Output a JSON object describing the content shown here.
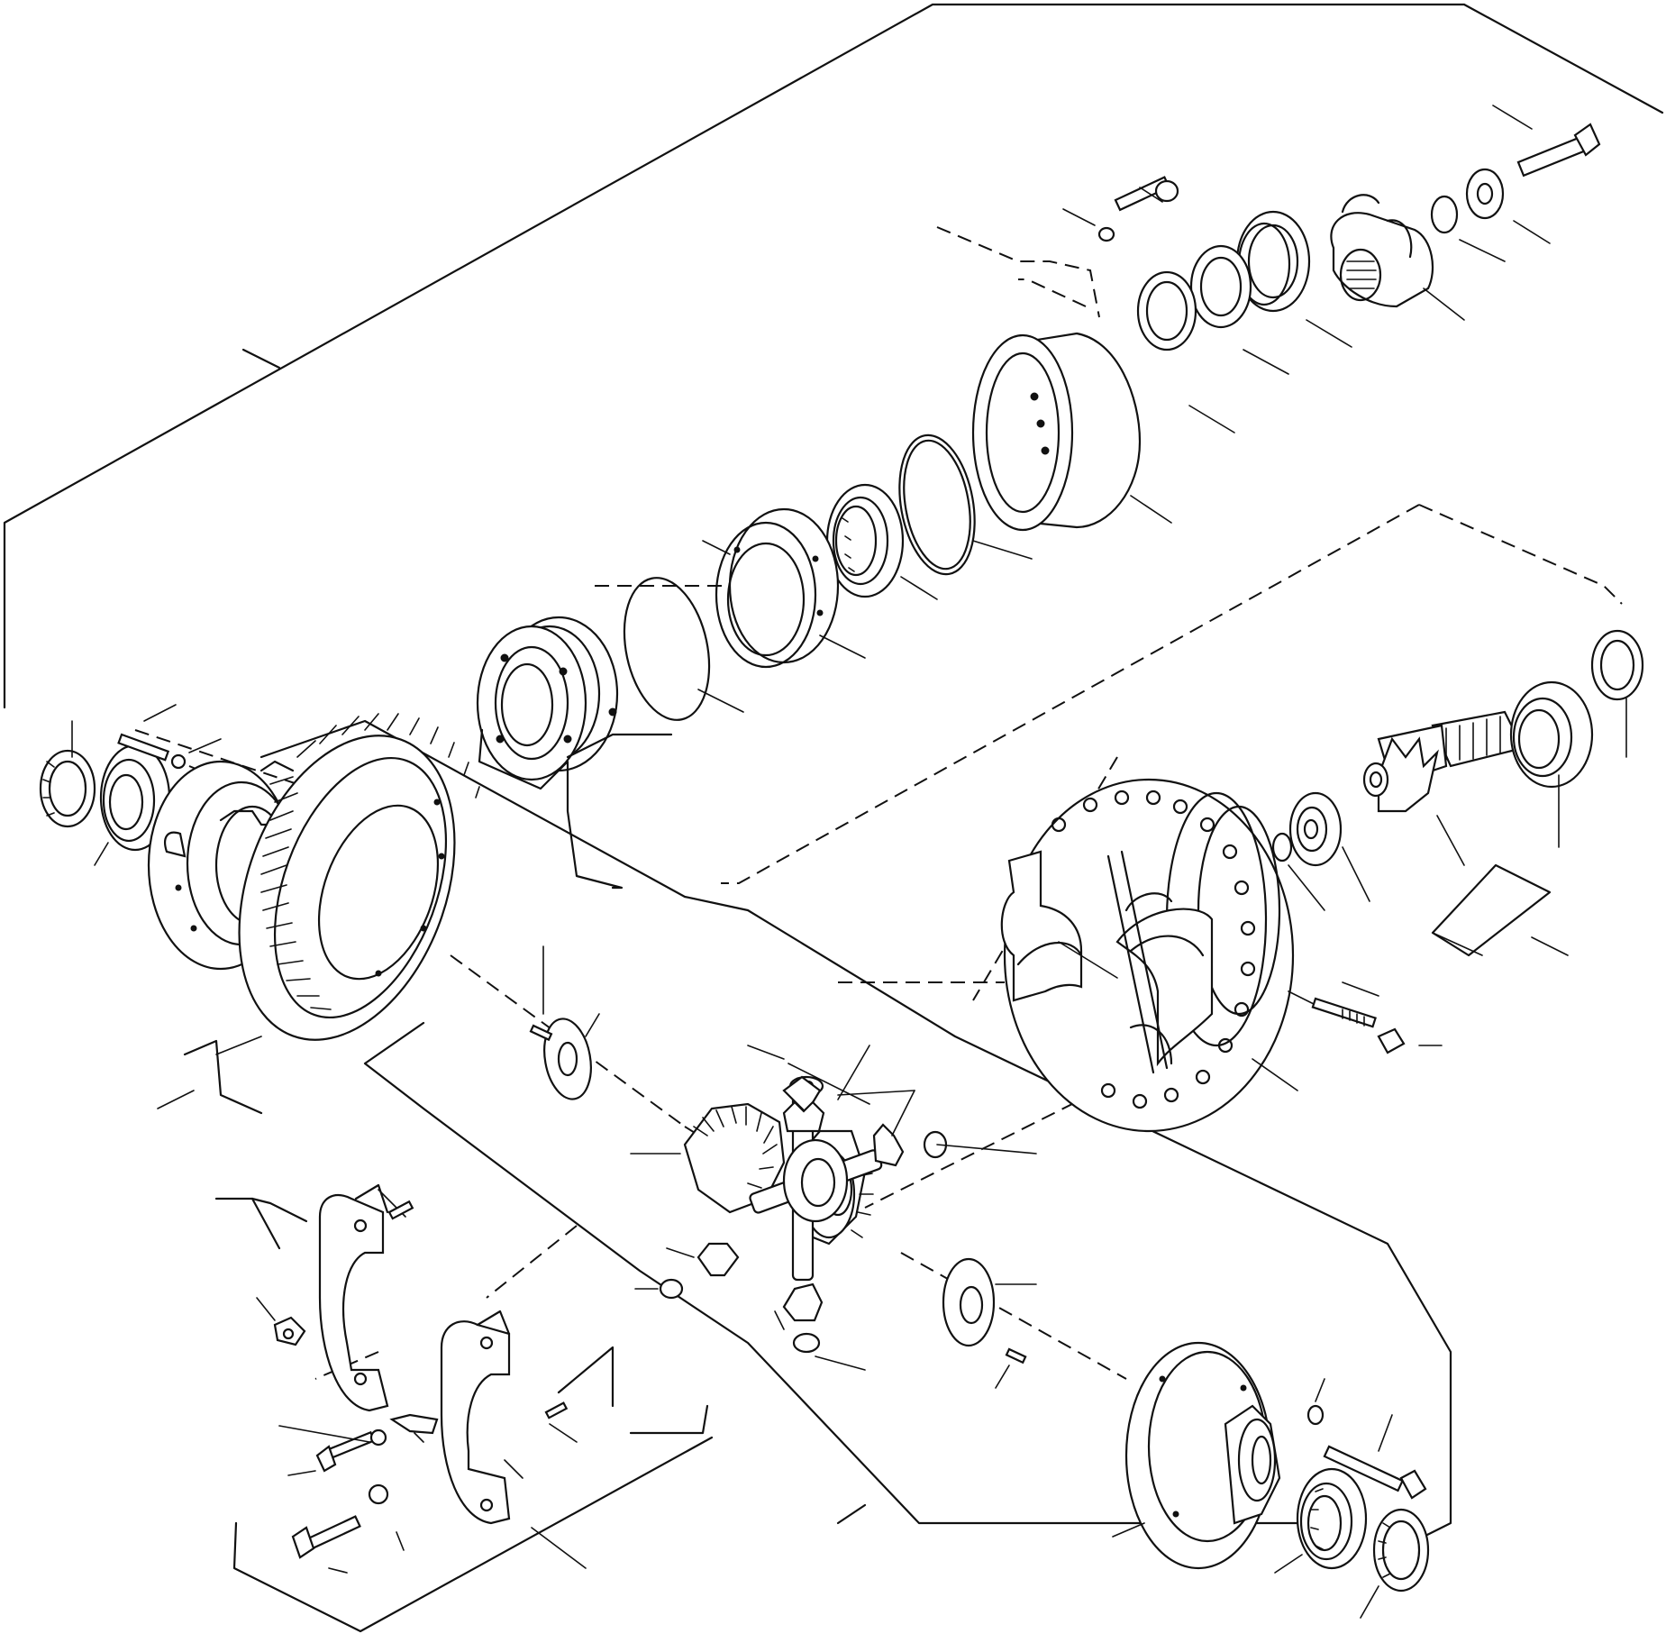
{
  "diagram": {
    "type": "exploded-parts-diagram",
    "colors": {
      "line": "#111111",
      "background": "#ffffff"
    },
    "parts": [
      {
        "id": "bolt-top-small",
        "icon": "bolt-icon"
      },
      {
        "id": "bolt-top-large",
        "icon": "bolt-icon"
      },
      {
        "id": "yoke-flange",
        "icon": "yoke-icon"
      },
      {
        "id": "seal-rings",
        "icon": "ring-icon"
      },
      {
        "id": "bearing-cup-housing",
        "icon": "drum-icon"
      },
      {
        "id": "o-ring",
        "icon": "ring-icon"
      },
      {
        "id": "ball-bearing",
        "icon": "bearing-icon"
      },
      {
        "id": "retainer-plate",
        "icon": "flange-icon"
      },
      {
        "id": "piston-assembly",
        "icon": "piston-icon"
      },
      {
        "id": "pinion-shaft",
        "icon": "pinion-icon"
      },
      {
        "id": "differential-carrier",
        "icon": "carrier-icon"
      },
      {
        "id": "ring-gear",
        "icon": "ring-gear-icon"
      },
      {
        "id": "left-case-half",
        "icon": "case-icon"
      },
      {
        "id": "right-case-half",
        "icon": "case-icon"
      },
      {
        "id": "spider-and-side-gears",
        "icon": "spider-icon"
      },
      {
        "id": "bearing-caps",
        "icon": "cap-icon"
      },
      {
        "id": "thrust-washers",
        "icon": "washer-icon"
      },
      {
        "id": "tapered-bearings",
        "icon": "bearing-icon"
      },
      {
        "id": "cap-bolts",
        "icon": "bolt-icon"
      },
      {
        "id": "stud-and-nut",
        "icon": "stud-icon"
      }
    ]
  }
}
